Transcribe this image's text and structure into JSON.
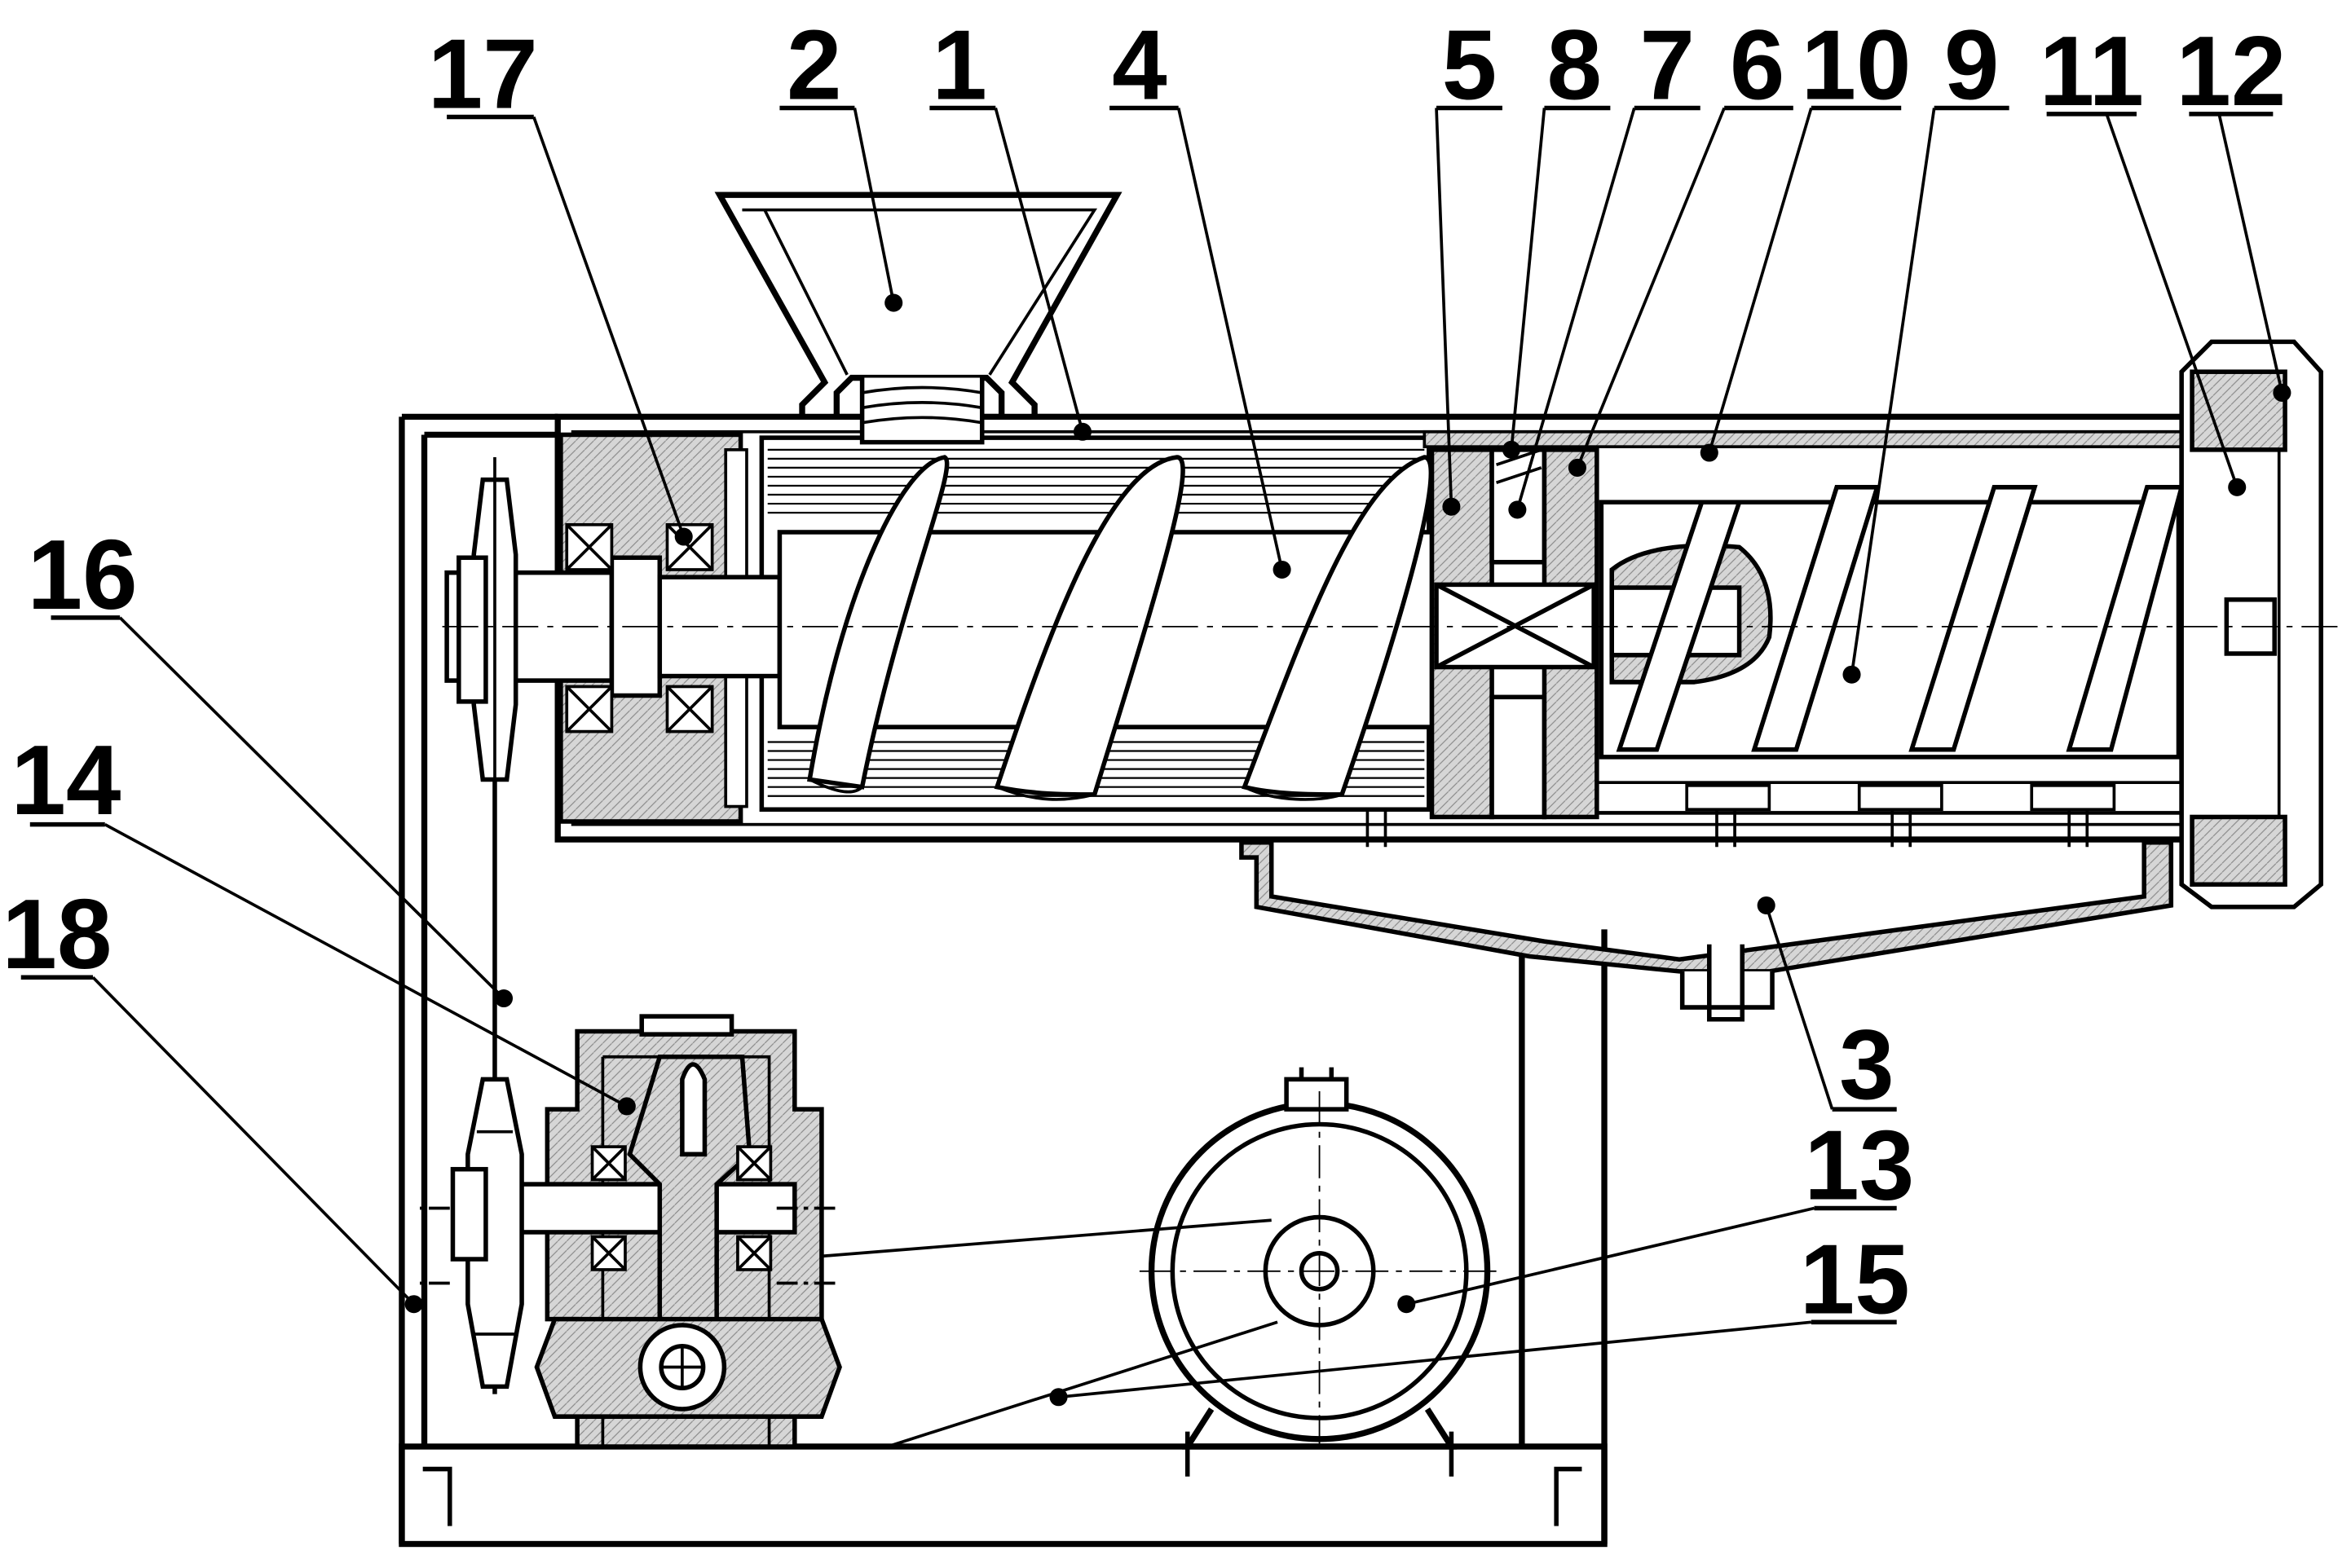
{
  "diagram": {
    "colors": {
      "stroke": "#000000",
      "hatch": "#d6d6d6",
      "shaft": "#ffffff",
      "background": "#ffffff"
    },
    "callouts": [
      {
        "id": "c17",
        "label": "17"
      },
      {
        "id": "c2",
        "label": "2"
      },
      {
        "id": "c1",
        "label": "1"
      },
      {
        "id": "c4",
        "label": "4"
      },
      {
        "id": "c5",
        "label": "5"
      },
      {
        "id": "c8",
        "label": "8"
      },
      {
        "id": "c7",
        "label": "7"
      },
      {
        "id": "c6",
        "label": "6"
      },
      {
        "id": "c10",
        "label": "10"
      },
      {
        "id": "c9",
        "label": "9"
      },
      {
        "id": "c11",
        "label": "11"
      },
      {
        "id": "c12",
        "label": "12"
      },
      {
        "id": "c16",
        "label": "16"
      },
      {
        "id": "c14",
        "label": "14"
      },
      {
        "id": "c18",
        "label": "18"
      },
      {
        "id": "c3",
        "label": "3"
      },
      {
        "id": "c13",
        "label": "13"
      },
      {
        "id": "c15",
        "label": "15"
      }
    ]
  }
}
